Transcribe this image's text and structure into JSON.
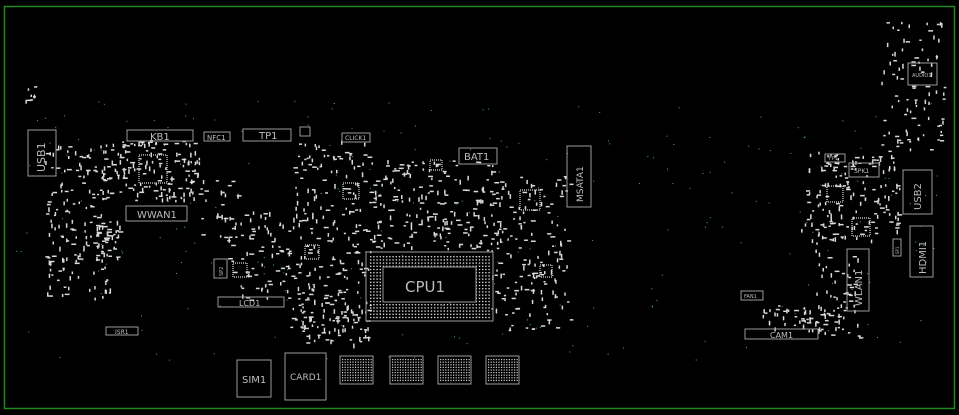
{
  "colors": {
    "background": "#000000",
    "board_edge": "#1f8a1f",
    "silkscreen": "#bdbdbd",
    "pads": "#d9d9d9",
    "vias": "#3fb3a8"
  },
  "components": {
    "usb1": "USB1",
    "kb1": "KB1",
    "nfc1": "NFC1",
    "tp1": "TP1",
    "click1": "CLICK1",
    "bat1": "BAT1",
    "msata1": "MSATA1",
    "wwan1": "WWAN1",
    "cpu1": "CPU1",
    "lcd1": "LCD1",
    "isr1": "ISR1",
    "sim1": "SIM1",
    "card1": "CARD1",
    "audio1": "AUDIO1",
    "fp1": "FP1",
    "spk1": "SPK1",
    "usb2": "USB2",
    "hdmi1": "HDMI1",
    "wlan1": "WLAN1",
    "fan1": "FAN1",
    "cam1": "CAM1",
    "sp1": "SP1",
    "sp2": "SP2"
  }
}
